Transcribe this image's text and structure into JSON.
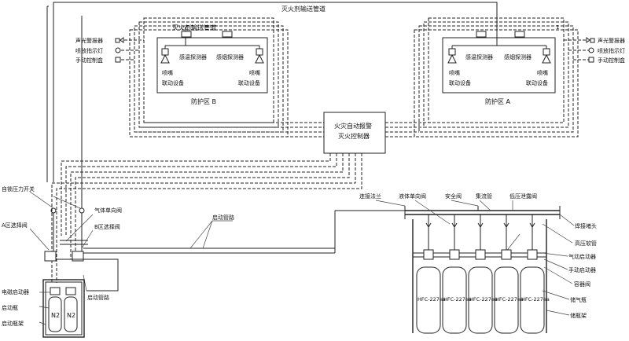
{
  "pipe_labels": {
    "extinguishing_pipe_top": "灭火剂输送管道",
    "extinguishing_pipe_b": "灭火剂输送管道",
    "start_pipe_mid": "启动管路",
    "start_pipe_bottom": "启动管路"
  },
  "zone_b": {
    "name": "防护区 B",
    "temp_detector": "感温探测器",
    "smoke_detector": "感烟探测器",
    "nozzle_left": "喷嘴",
    "nozzle_right": "喷嘴",
    "linkage_left": "联动设备",
    "linkage_right": "联动设备"
  },
  "zone_a": {
    "name": "防护区 A",
    "temp_detector": "感温探测器",
    "smoke_detector": "感烟探测器",
    "nozzle_left": "喷嘴",
    "nozzle_right": "喷嘴",
    "linkage_left": "联动设备",
    "linkage_right": "联动设备"
  },
  "left_devices": [
    "声光警报器",
    "喷放指示灯",
    "手动控制盒"
  ],
  "right_devices": [
    "声光警报器",
    "喷放指示灯",
    "手动控制盒"
  ],
  "controller": {
    "line1": "火灾自动报警",
    "line2": "灭火控制器"
  },
  "left_station": {
    "pressure_switch": "自锁压力开关",
    "check_valve": "气体单向阀",
    "a_valve": "A区选择阀",
    "b_valve": "B区选择阀",
    "solenoid": "电磁启动器",
    "start_bottle": "启动瓶",
    "bottle_rack": "启动瓶架",
    "bottle_label": "N2"
  },
  "right_station": {
    "top_labels": [
      "连接法兰",
      "液体单向阀",
      "安全阀",
      "集流管",
      "低压泄露阀"
    ],
    "side_labels": [
      "焊接堵头",
      "高压软管",
      "气动启动器",
      "手动启动器",
      "容器阀",
      "储气瓶",
      "储瓶架"
    ],
    "cylinder_label": "HFC-227ea",
    "cylinder_count": 5
  },
  "corner_mark": "1"
}
